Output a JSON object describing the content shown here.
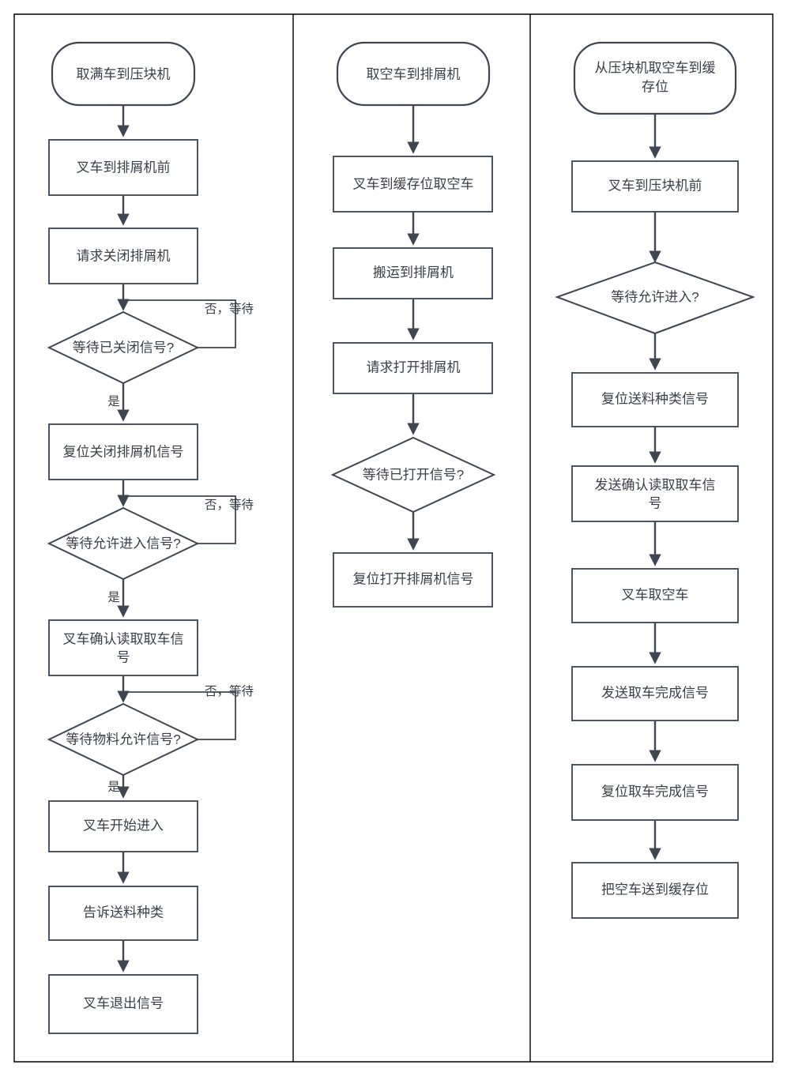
{
  "diagram": {
    "type": "flowchart",
    "title_present": false,
    "columns": 3,
    "colors": {
      "node_stroke": "#3f4652",
      "node_fill": "#ffffff",
      "connector": "#3f4652",
      "text": "#3a3f47",
      "panel_rule": "#000000",
      "background": "#ffffff"
    },
    "edge_labels": {
      "yes": "是",
      "no_wait": "否，等待"
    }
  },
  "columns": [
    {
      "id": "col-1",
      "nodes": [
        {
          "id": "c1n1",
          "kind": "terminal",
          "label": "取满车到压块机"
        },
        {
          "id": "c1n2",
          "kind": "process",
          "label": "叉车到排屑机前"
        },
        {
          "id": "c1n3",
          "kind": "process",
          "label": "请求关闭排屑机"
        },
        {
          "id": "c1n4",
          "kind": "decision",
          "label": "等待已关闭信号?"
        },
        {
          "id": "c1n5",
          "kind": "process",
          "label": "复位关闭排屑机信号"
        },
        {
          "id": "c1n6",
          "kind": "decision",
          "label": "等待允许进入信号?"
        },
        {
          "id": "c1n7",
          "kind": "process",
          "label": "叉车确认读取取车信号",
          "line1": "叉车确认读取取车信",
          "line2": "号"
        },
        {
          "id": "c1n8",
          "kind": "decision",
          "label": "等待物料允许信号?"
        },
        {
          "id": "c1n9",
          "kind": "process",
          "label": "叉车开始进入"
        },
        {
          "id": "c1n10",
          "kind": "process",
          "label": "告诉送料种类"
        },
        {
          "id": "c1n11",
          "kind": "process",
          "label": "叉车退出信号"
        }
      ],
      "loop_labels": [
        "否，等待",
        "否，等待",
        "否，等待"
      ],
      "yes_labels": [
        "是",
        "是",
        "是"
      ]
    },
    {
      "id": "col-2",
      "nodes": [
        {
          "id": "c2n1",
          "kind": "terminal",
          "label": "取空车到排屑机"
        },
        {
          "id": "c2n2",
          "kind": "process",
          "label": "叉车到缓存位取空车"
        },
        {
          "id": "c2n3",
          "kind": "process",
          "label": "搬运到排屑机"
        },
        {
          "id": "c2n4",
          "kind": "process",
          "label": "请求打开排屑机"
        },
        {
          "id": "c2n5",
          "kind": "decision",
          "label": "等待已打开信号?"
        },
        {
          "id": "c2n6",
          "kind": "process",
          "label": "复位打开排屑机信号"
        }
      ],
      "loop_labels": [],
      "yes_labels": []
    },
    {
      "id": "col-3",
      "nodes": [
        {
          "id": "c3n1",
          "kind": "terminal",
          "label": "从压块机取空车到缓存位",
          "line1": "从压块机取空车到缓",
          "line2": "存位"
        },
        {
          "id": "c3n2",
          "kind": "process",
          "label": "叉车到压块机前"
        },
        {
          "id": "c3n3",
          "kind": "decision",
          "label": "等待允许进入?"
        },
        {
          "id": "c3n4",
          "kind": "process",
          "label": "复位送料种类信号"
        },
        {
          "id": "c3n5",
          "kind": "process",
          "label": "发送确认读取取车信号",
          "line1": "发送确认读取取车信",
          "line2": "号"
        },
        {
          "id": "c3n6",
          "kind": "process",
          "label": "叉车取空车"
        },
        {
          "id": "c3n7",
          "kind": "process",
          "label": "发送取车完成信号"
        },
        {
          "id": "c3n8",
          "kind": "process",
          "label": "复位取车完成信号"
        },
        {
          "id": "c3n9",
          "kind": "process",
          "label": "把空车送到缓存位"
        }
      ],
      "loop_labels": [],
      "yes_labels": []
    }
  ]
}
